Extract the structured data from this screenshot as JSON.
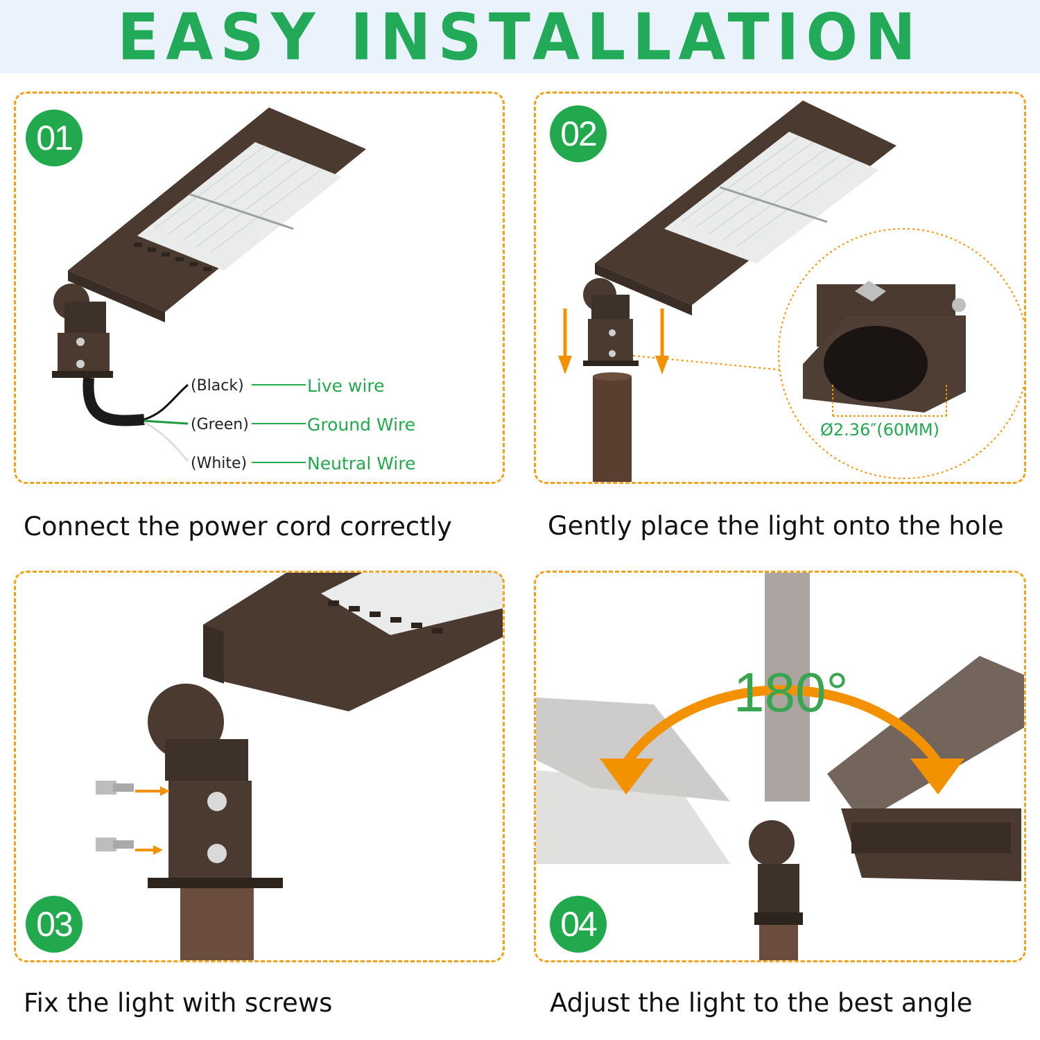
{
  "header": {
    "title": "EASY INSTALLATION"
  },
  "steps": [
    {
      "badge": "01",
      "caption": "Connect the power cord correctly",
      "wires": [
        {
          "color_label": "(Black)",
          "name": "Live wire"
        },
        {
          "color_label": "(Green)",
          "name": "Ground Wire"
        },
        {
          "color_label": "(White)",
          "name": "Neutral Wire"
        }
      ]
    },
    {
      "badge": "02",
      "caption": "Gently place the light onto the hole",
      "dimension": "Ø2.36″(60MM)"
    },
    {
      "badge": "03",
      "caption": "Fix the light with screws"
    },
    {
      "badge": "04",
      "caption": "Adjust the light to the best angle",
      "angle": "180°"
    }
  ],
  "colors": {
    "accent_green": "#22a94d",
    "dashed_orange": "#f0a21c",
    "arrow_orange": "#f39200",
    "fixture_brown": "#4a3a30",
    "header_bg": "#eaf3fb"
  }
}
